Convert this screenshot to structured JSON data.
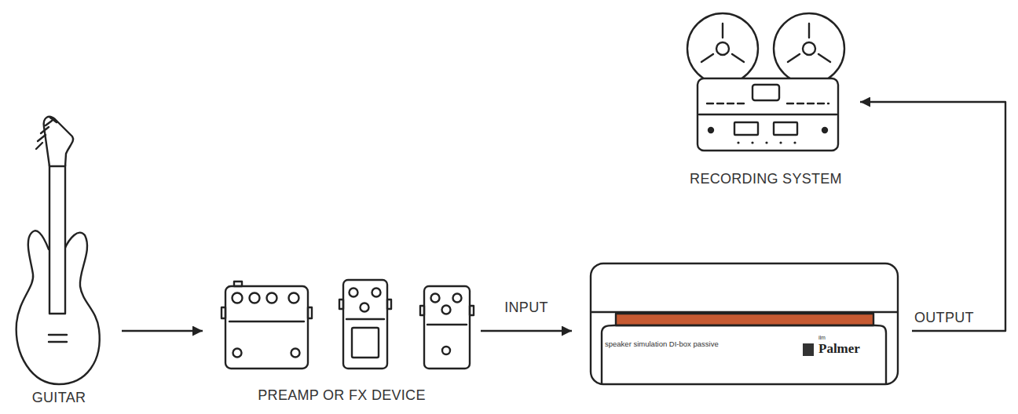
{
  "diagram": {
    "nodes": [
      {
        "text": [
          "GUITAR"
        ]
      },
      {
        "text": [
          "PREAMP OR FX DEVICE"
        ]
      },
      {
        "text": [
          "speaker simulation DI-box passive",
          "ilm",
          "Palmer"
        ]
      },
      {
        "text": [
          "RECORDING SYSTEM"
        ]
      }
    ],
    "edges": [
      {
        "from": 0,
        "to": 1,
        "arrow": "to"
      },
      {
        "from": 1,
        "to": 2,
        "label": "INPUT",
        "arrow": "to"
      },
      {
        "from": 2,
        "to": 3,
        "label": "OUTPUT",
        "arrow": "to"
      }
    ]
  }
}
